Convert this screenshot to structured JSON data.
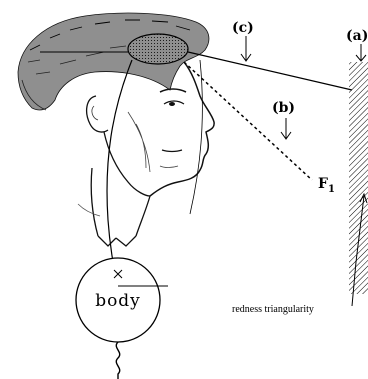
{
  "labels": {
    "a": "(a)",
    "b": "(b)",
    "c": "(c)",
    "f1": "F",
    "f1_sub": "1",
    "body": "body",
    "caption": "redness triangularity"
  },
  "colors": {
    "ink": "#000000",
    "background": "#ffffff"
  },
  "icons": {
    "head": "sketched-head-profile",
    "surface": "hatched-surface",
    "receptive_field": "dotted-ellipse"
  }
}
